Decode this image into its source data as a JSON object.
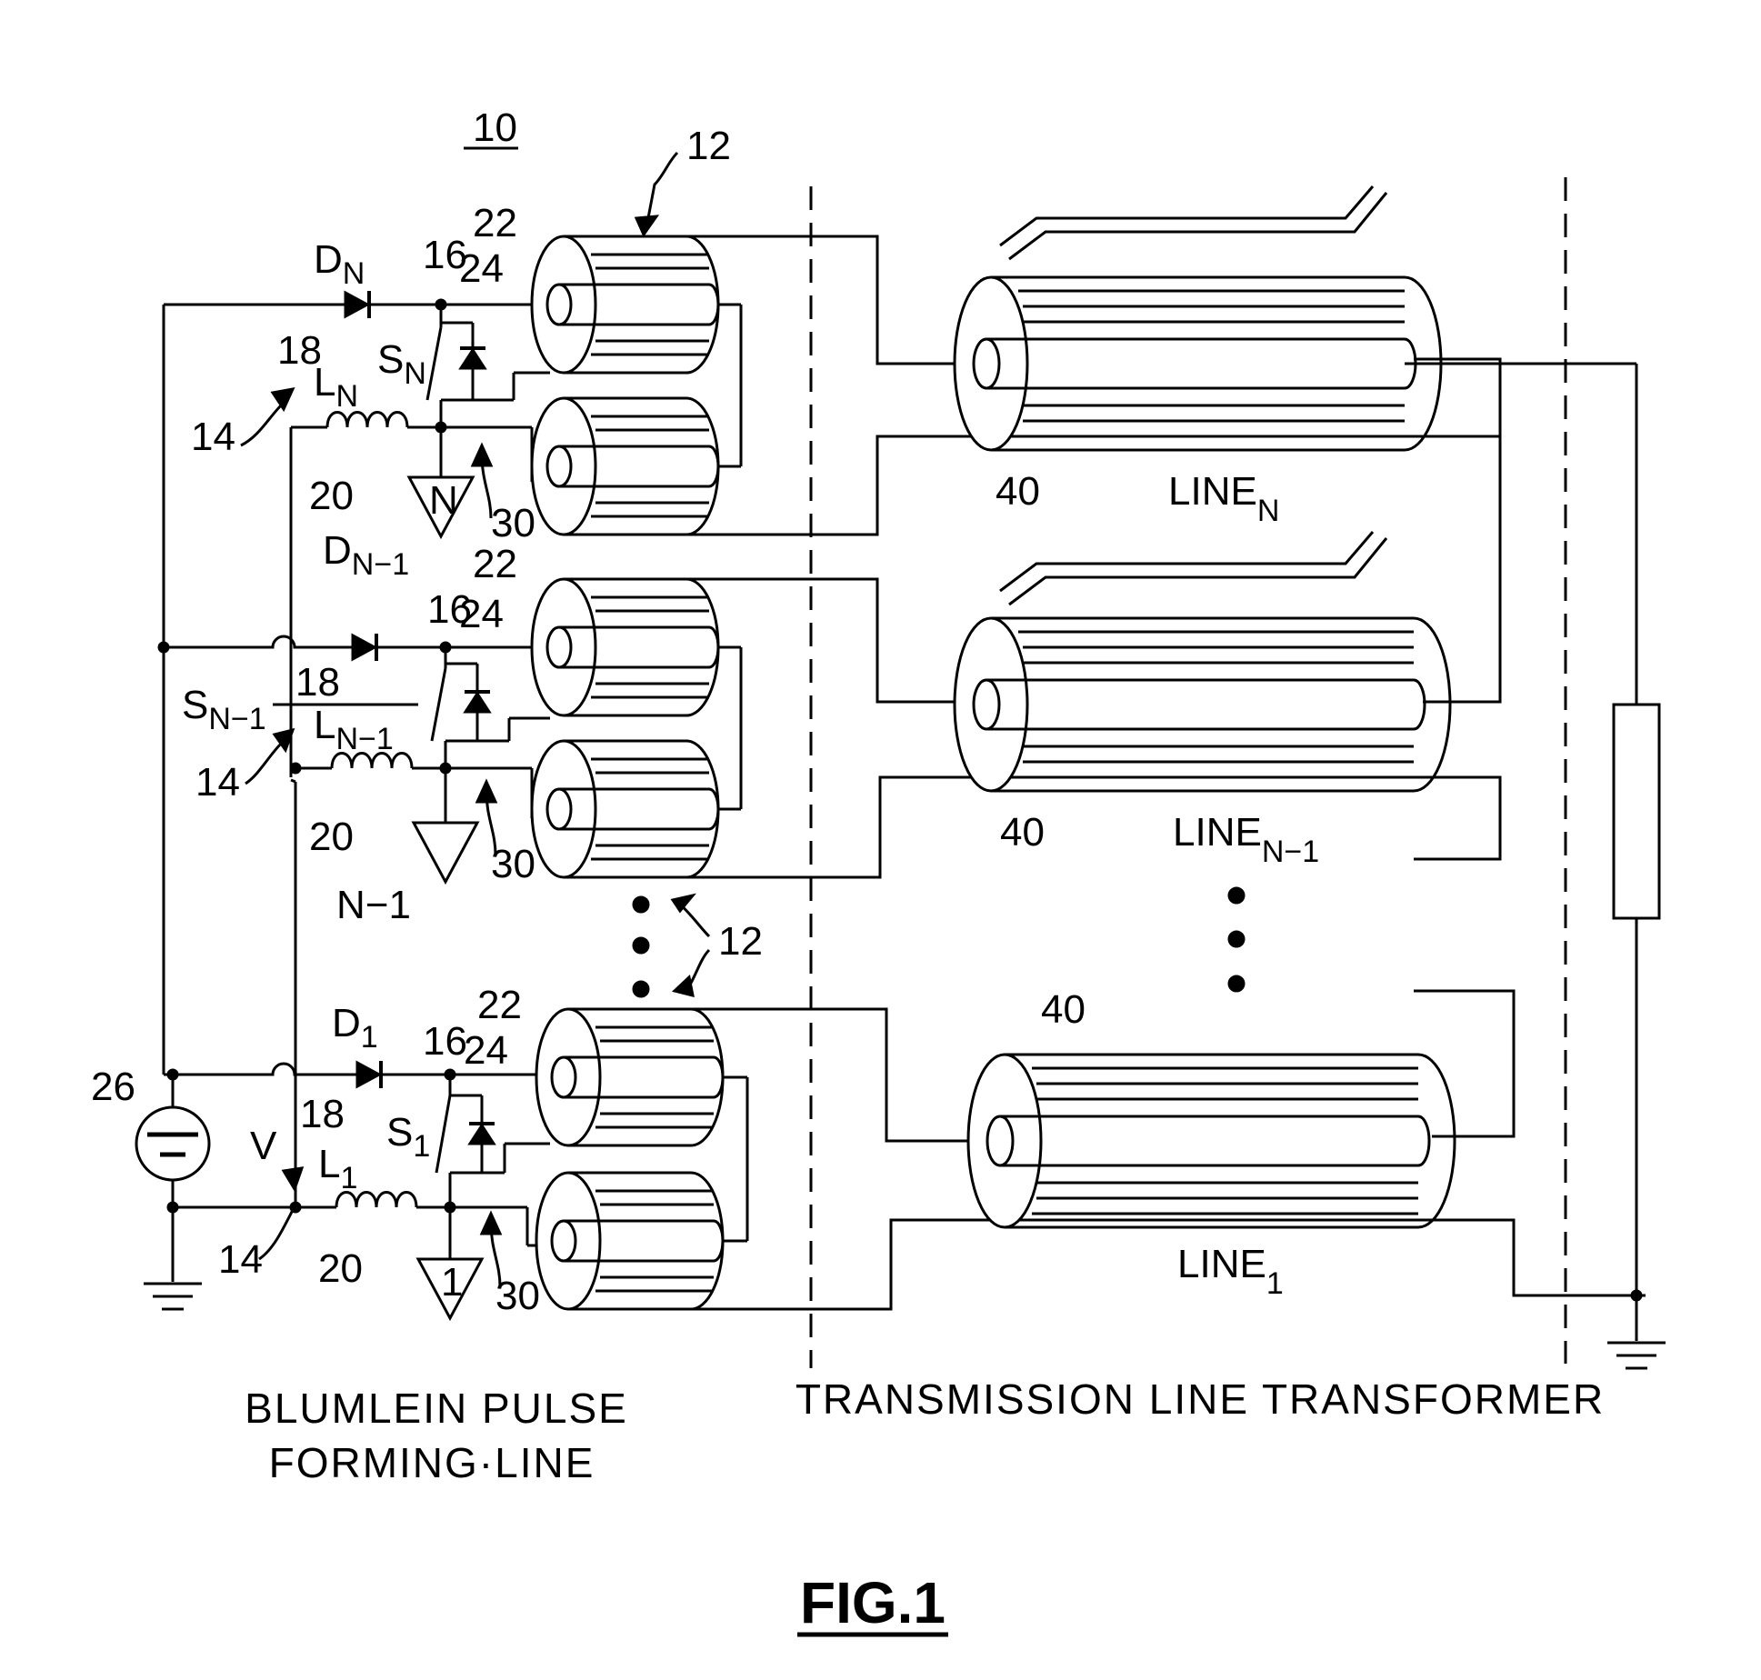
{
  "ref": {
    "system": "10",
    "blumlein": "12",
    "charging": "14",
    "switch": "16",
    "diode": "18",
    "inductor": "20",
    "inner": "22",
    "outer": "24",
    "supply": "26",
    "trigger": "30",
    "tlt_line": "40"
  },
  "components": {
    "diode_n": {
      "letter": "D",
      "sub": "N"
    },
    "diode_n1": {
      "letter": "D",
      "sub": "N−1"
    },
    "diode_1": {
      "letter": "D",
      "sub": "1"
    },
    "switch_n": {
      "letter": "S",
      "sub": "N"
    },
    "switch_n1": {
      "letter": "S",
      "sub": "N−1"
    },
    "switch_1": {
      "letter": "S",
      "sub": "1"
    },
    "inductor_n": {
      "letter": "L",
      "sub": "N"
    },
    "inductor_n1": {
      "letter": "L",
      "sub": "N−1"
    },
    "inductor_1": {
      "letter": "L",
      "sub": "1"
    },
    "trigger_n": "N",
    "trigger_n1": "N−1",
    "trigger_1": "1",
    "voltage": "V"
  },
  "lines": {
    "n": {
      "name": "LINE",
      "sub": "N"
    },
    "n1": {
      "name": "LINE",
      "sub": "N−1"
    },
    "one": {
      "name": "LINE",
      "sub": "1"
    }
  },
  "captions": {
    "left_1": "BLUMLEIN PULSE",
    "left_2": "FORMING·LINE",
    "right": "TRANSMISSION LINE TRANSFORMER"
  },
  "figure_label": "FIG.1"
}
